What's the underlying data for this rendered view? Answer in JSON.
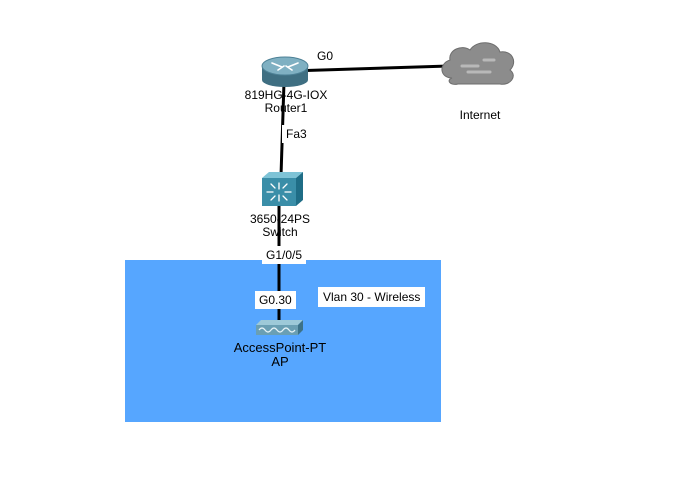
{
  "devices": {
    "router": {
      "model": "819HG-4G-IOX",
      "name": "Router1"
    },
    "switch": {
      "model": "3650-24PS",
      "name": "Switch"
    },
    "access_point": {
      "model": "AccessPoint-PT",
      "name": "AP"
    },
    "internet": {
      "name": "Internet"
    }
  },
  "links": {
    "router_internet": {
      "port_label": "G0"
    },
    "router_switch": {
      "port_label": "Fa3"
    },
    "switch_ap": {
      "switch_port": "G1/0/5",
      "ap_port": "G0.30"
    }
  },
  "area": {
    "label": "Vlan 30 - Wireless",
    "color": "#56a6ff"
  },
  "colors": {
    "link": "#000000",
    "router": "#5f8fa3",
    "switch": "#3a8ea8",
    "cloud": "#8c8c8c",
    "ap": "#6a9fb3"
  }
}
